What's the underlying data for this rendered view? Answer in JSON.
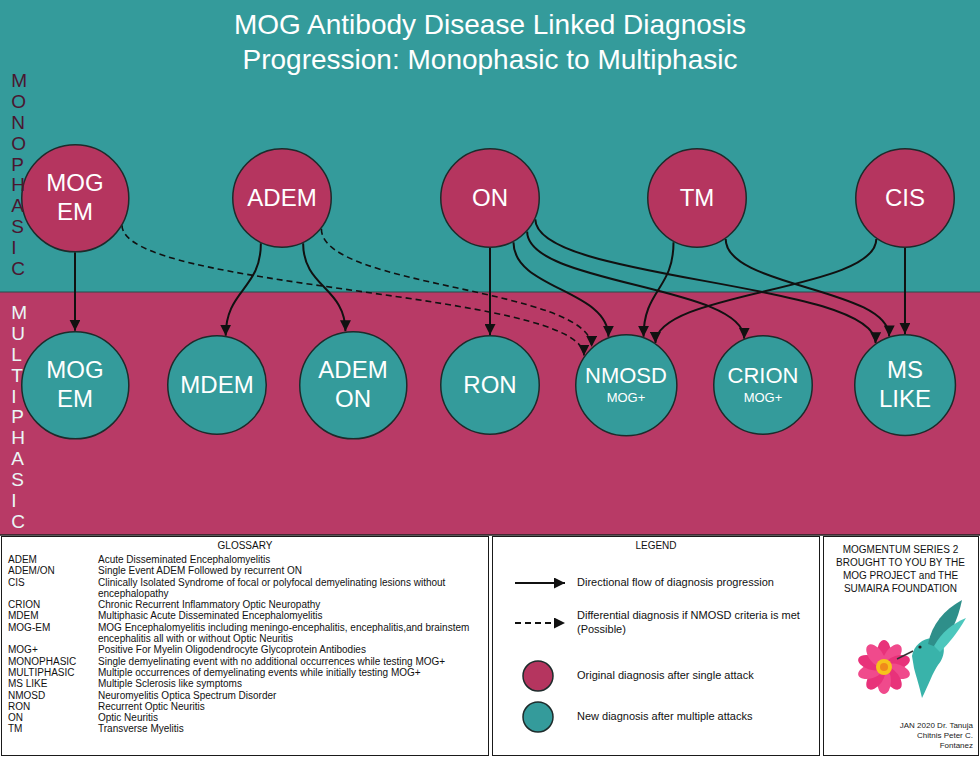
{
  "diagram": {
    "title": "MOG Antibody Disease Linked Diagnosis Progression: Monophasic to Multiphasic",
    "nodes": [
      {
        "text": [
          "MONOPHASIC"
        ]
      },
      {
        "text": [
          "MOG EM"
        ],
        "in": 0
      },
      {
        "text": [
          "ADEM"
        ],
        "in": 0
      },
      {
        "text": [
          "ON"
        ],
        "in": 0
      },
      {
        "text": [
          "TM"
        ],
        "in": 0
      },
      {
        "text": [
          "CIS"
        ],
        "in": 0
      },
      {
        "text": [
          "MULTIPHASIC"
        ]
      },
      {
        "text": [
          "MOG EM"
        ],
        "in": 6
      },
      {
        "text": [
          "MDEM"
        ],
        "in": 6
      },
      {
        "text": [
          "ADEM ON"
        ],
        "in": 6
      },
      {
        "text": [
          "RON"
        ],
        "in": 6
      },
      {
        "text": [
          "NMOSD",
          "MOG+"
        ],
        "in": 6
      },
      {
        "text": [
          "CRION",
          "MOG+"
        ],
        "in": 6
      },
      {
        "text": [
          "MS LIKE"
        ],
        "in": 6
      },
      {
        "text": [
          "GLOSSARY",
          "ADEM",
          "Acute Disseminated Encephalomyelitis",
          "ADEM/ON",
          "Single Event ADEM Followed by recurrent ON",
          "CIS",
          "Clinically Isolated Syndrome of focal or polyfocal demyelinating lesions without encephalopathy",
          "CRION",
          "Chronic Recurrent Inflammatory Optic Neuropathy",
          "MDEM",
          "Multiphasic Acute Disseminated Encephalomyelitis",
          "MOG-EM",
          "MOG Encephalomyelitis including meningo-encephalitis, encephalitis,and brainstem encephalitis all with or without Optic Neuritis",
          "MOG+",
          "Positive For Myelin Oligodendrocyte Glycoprotein Antibodies",
          "MONOPHASIC",
          "Single demyelinating event with no additional occurrences while testing MOG+",
          "MULTIPHASIC",
          "Multiple occurrences of demyelinating events while initially testing MOG+",
          "MS LIKE",
          "Multiple Sclerosis like symptoms",
          "NMOSD",
          "Neuromyelitis Optica Spectrum Disorder",
          "RON",
          "Recurrent Optic Neuritis",
          "ON",
          "Optic Neuritis",
          "TM",
          "Transverse Myelitis"
        ]
      },
      {
        "text": [
          "LEGEND"
        ]
      },
      {
        "text": [
          "MOGMENTUM SERIES 2 BROUGHT TO YOU BY THE MOG PROJECT and THE SUMAIRA FOUNDATION",
          "JAN 2020 Dr. Tanuja Chitnis Peter C. Fontanez"
        ]
      }
    ],
    "edges": [
      {
        "from": 1,
        "to": 7,
        "arrow": "to"
      },
      {
        "from": 1,
        "to": 11,
        "arrow": "to"
      },
      {
        "from": 2,
        "to": 8,
        "arrow": "to"
      },
      {
        "from": 2,
        "to": 9,
        "arrow": "to"
      },
      {
        "from": 2,
        "to": 11,
        "arrow": "to"
      },
      {
        "from": 3,
        "to": 10,
        "arrow": "to"
      },
      {
        "from": 3,
        "to": 11,
        "arrow": "to"
      },
      {
        "from": 3,
        "to": 12,
        "arrow": "to"
      },
      {
        "from": 3,
        "to": 13,
        "arrow": "to"
      },
      {
        "from": 4,
        "to": 11,
        "arrow": "to"
      },
      {
        "from": 4,
        "to": 13,
        "arrow": "to"
      },
      {
        "from": 5,
        "to": 11,
        "arrow": "to"
      },
      {
        "from": 5,
        "to": 13,
        "arrow": "to"
      }
    ],
    "legend": [
      {
        "text": "Directional flow of diagnosis progression"
      },
      {
        "text": "Differential diagnosis if NMOSD criteria is met (Possible)"
      },
      {
        "text": "Original diagnosis after single attack",
        "color": "#b5355f"
      },
      {
        "text": "New diagnosis after multiple attacks",
        "color": "#349b9b"
      }
    ]
  }
}
